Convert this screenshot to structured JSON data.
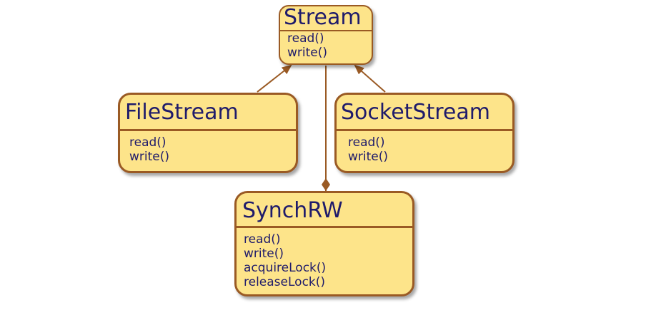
{
  "diagram": {
    "classes": [
      {
        "id": "stream",
        "name": "Stream",
        "operations": [
          "read()",
          "write()"
        ]
      },
      {
        "id": "filestream",
        "name": "FileStream",
        "operations": [
          "read()",
          "write()"
        ]
      },
      {
        "id": "socketstream",
        "name": "SocketStream",
        "operations": [
          "read()",
          "write()"
        ]
      },
      {
        "id": "synchrw",
        "name": "SynchRW",
        "operations": [
          "read()",
          "write()",
          "acquireLock()",
          "releaseLock()"
        ]
      }
    ],
    "relations": [
      {
        "from": "filestream",
        "to": "stream",
        "kind": "generalization"
      },
      {
        "from": "socketstream",
        "to": "stream",
        "kind": "generalization"
      },
      {
        "from": "stream",
        "to": "synchrw",
        "kind": "composition"
      }
    ],
    "colors": {
      "fill": "#fde48a",
      "border": "#9a5a24",
      "text": "#1f1b6b",
      "edge": "#9a5a24"
    }
  }
}
